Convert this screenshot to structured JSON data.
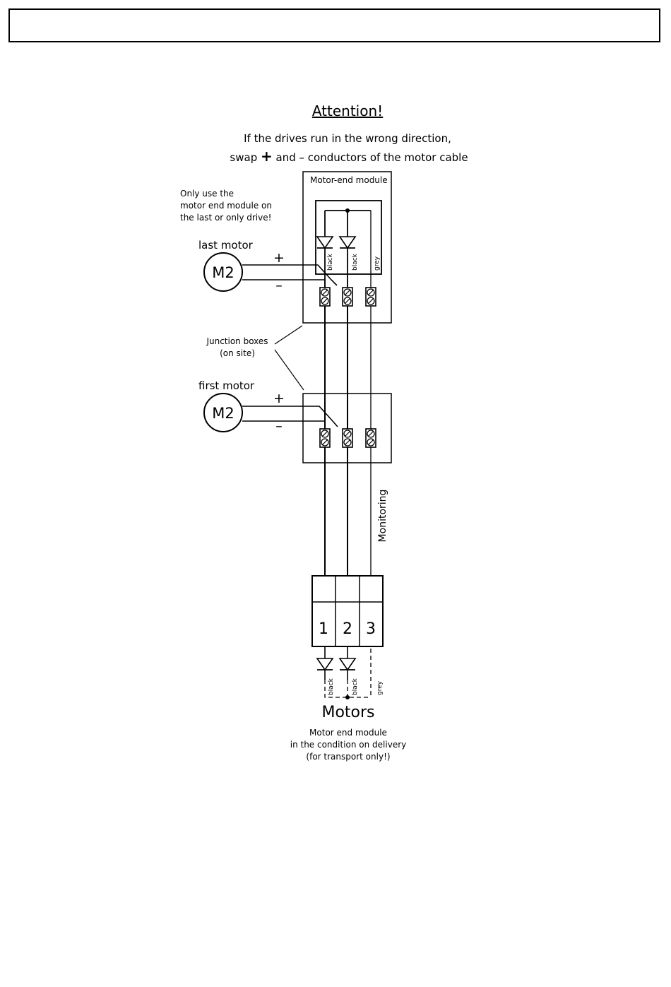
{
  "header": {
    "text": ""
  },
  "title": "Attention!",
  "instruction": {
    "line1": "If the drives run in the wrong direction,",
    "line2_pre": "swap ",
    "line2_plus": "+",
    "line2_mid": " and ",
    "line2_minus": "–",
    "line2_post": " conductors of the motor cable"
  },
  "note": {
    "line1": "Only use the",
    "line2": "motor end module on",
    "line3": "the last or only drive!"
  },
  "module_label": "Motor-end module",
  "wire_labels": {
    "black1": "black",
    "black2": "black",
    "grey": "grey"
  },
  "last_motor": {
    "label": "last motor",
    "symbol": "M2",
    "plus": "+",
    "minus": "–"
  },
  "first_motor": {
    "label": "first motor",
    "symbol": "M2",
    "plus": "+",
    "minus": "–"
  },
  "junction": {
    "line1": "Junction boxes",
    "line2": "(on site)"
  },
  "monitoring": "Monitoring",
  "connector": {
    "t1": "1",
    "t2": "2",
    "t3": "3"
  },
  "motors_title": "Motors",
  "bottom_wire_labels": {
    "black1": "black",
    "black2": "black",
    "grey": "grey"
  },
  "delivery_note": {
    "line1": "Motor end module",
    "line2": "in the condition on delivery",
    "line3": "(for transport only!)"
  },
  "colors": {
    "line": "#000000",
    "background": "#ffffff"
  }
}
